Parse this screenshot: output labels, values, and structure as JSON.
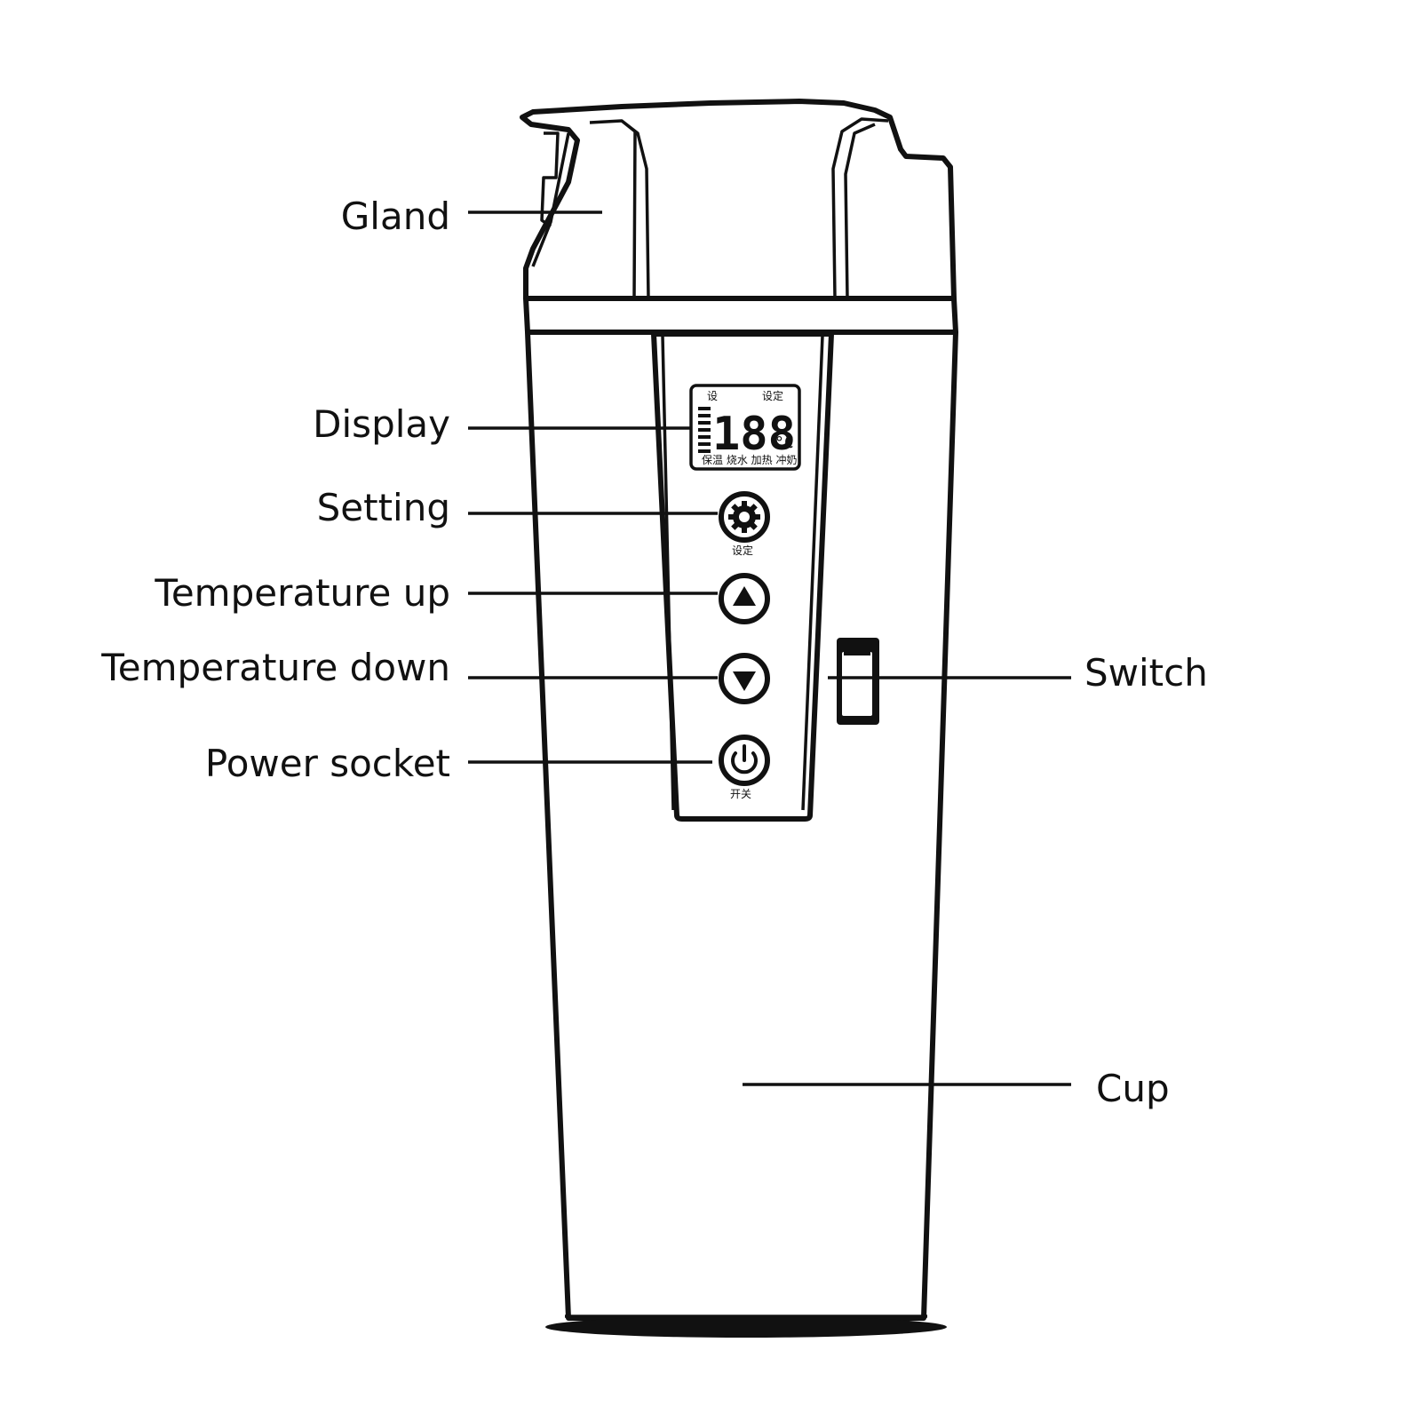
{
  "labels": {
    "gland": "Gland",
    "display": "Display",
    "setting": "Setting",
    "temperature_up": "Temperature up",
    "temperature_down": "Temperature down",
    "power_socket": "Power socket",
    "switch": "Switch",
    "cup": "Cup"
  },
  "lcd": {
    "digits": "188",
    "unit": "°C",
    "top_left_text": "设",
    "top_right_text": "设定",
    "bottom_text": "保温 烧水 加热 冲奶"
  },
  "buttons": {
    "setting_caption": "设定",
    "power_caption": "开关"
  },
  "icons": {
    "setting": "gear-icon",
    "up": "triangle-up-icon",
    "down": "triangle-down-icon",
    "power": "power-icon"
  },
  "colors": {
    "ink": "#111111",
    "background": "#ffffff"
  }
}
